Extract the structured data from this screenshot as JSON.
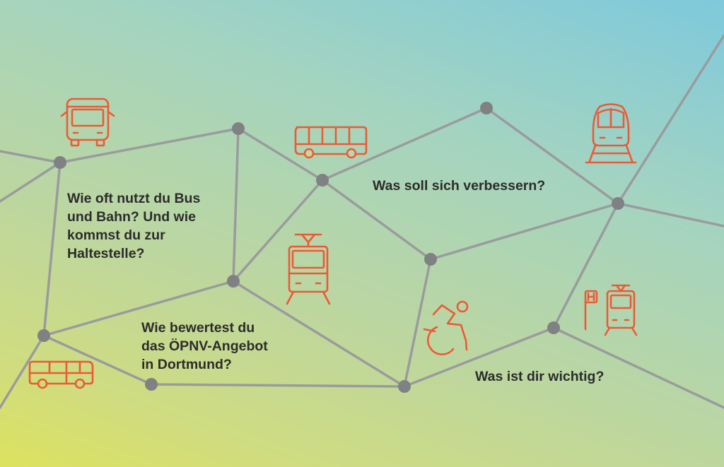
{
  "questions": {
    "usage": [
      "Wie oft nutzt du Bus",
      "und Bahn? Und wie",
      "kommst du zur",
      "Haltestelle?"
    ],
    "rating": [
      "Wie bewertest du",
      "das ÖPNV-Angebot",
      "in Dortmund?"
    ],
    "improve": "Was soll sich verbessern?",
    "important": "Was ist dir wichtig?"
  },
  "icons": [
    "bus-front-icon",
    "coach-bus-icon",
    "train-front-icon",
    "tram-front-icon",
    "wheelchair-accessibility-icon",
    "tram-stop-icon",
    "minibus-icon"
  ],
  "colors": {
    "icon": "#ec5a35",
    "network_line": "#9a9b9d",
    "network_node": "#7f8183",
    "text": "#2c2c2c",
    "gradient": [
      "#7ec9dc",
      "#a4d4c0",
      "#bcd6a0",
      "#cfdc80",
      "#dde25e"
    ]
  }
}
